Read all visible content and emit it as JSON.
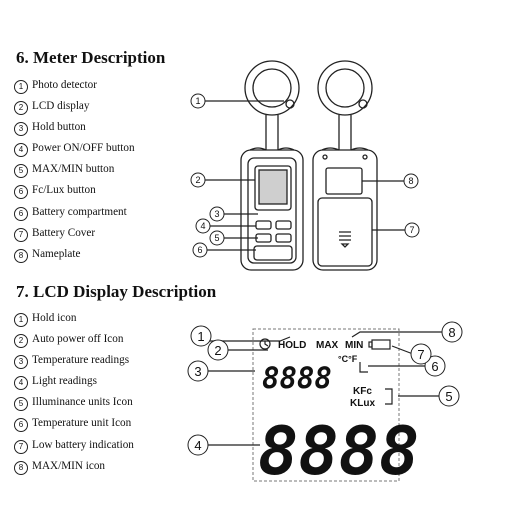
{
  "section6": {
    "title": "6. Meter Description",
    "items": [
      {
        "num": "1",
        "label": "Photo detector"
      },
      {
        "num": "2",
        "label": "LCD display"
      },
      {
        "num": "3",
        "label": "Hold button"
      },
      {
        "num": "4",
        "label": "Power ON/OFF button"
      },
      {
        "num": "5",
        "label": "MAX/MIN button"
      },
      {
        "num": "6",
        "label": "Fc/Lux button"
      },
      {
        "num": "6",
        "label": "Battery compartment"
      },
      {
        "num": "7",
        "label": "Battery Cover"
      },
      {
        "num": "8",
        "label": "Nameplate"
      }
    ],
    "callouts": [
      "1",
      "2",
      "3",
      "4",
      "5",
      "6",
      "7",
      "8"
    ]
  },
  "section7": {
    "title": "7. LCD Display Description",
    "items": [
      {
        "num": "1",
        "label": "Hold icon"
      },
      {
        "num": "2",
        "label": "Auto power off Icon"
      },
      {
        "num": "3",
        "label": "Temperature readings"
      },
      {
        "num": "4",
        "label": "Light readings"
      },
      {
        "num": "5",
        "label": "Illuminance units Icon"
      },
      {
        "num": "6",
        "label": "Temperature unit Icon"
      },
      {
        "num": "7",
        "label": "Low battery indication"
      },
      {
        "num": "8",
        "label": "MAX/MIN icon"
      }
    ],
    "lcd": {
      "hold": "HOLD",
      "max": "MAX",
      "min": "MIN",
      "temp_unit": "°C°F",
      "temp_reading": "8888",
      "light_reading": "8888",
      "unit_kfc": "KFc",
      "unit_klux": "KLux"
    },
    "callouts": [
      "1",
      "2",
      "3",
      "4",
      "5",
      "6",
      "7",
      "8"
    ]
  }
}
